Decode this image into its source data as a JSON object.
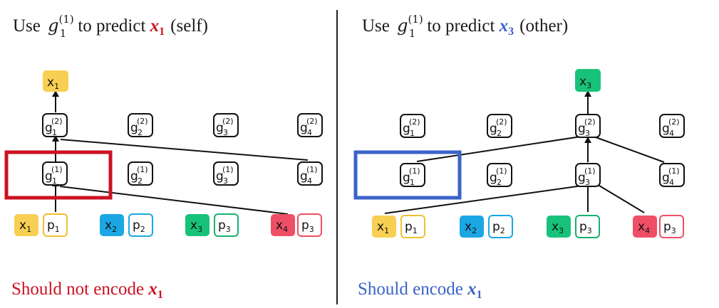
{
  "colors": {
    "x_yellow": "#f7cf52",
    "x_blue": "#1aa7e4",
    "x_green": "#19c27a",
    "x_red": "#ee4f66",
    "p_yellow_border": "#f0c030",
    "p_blue_border": "#1aa7e4",
    "p_green_border": "#19b070",
    "p_red_border": "#ee4f66",
    "node_border": "#111111",
    "highlight_red": "#cc1122",
    "highlight_blue": "#3a63c8",
    "divider": "#222222",
    "edge": "#111111"
  },
  "left_panel": {
    "title": {
      "prefix": "Use",
      "g_base": "g",
      "g_sub": "1",
      "g_sup": "(1)",
      "middle": "to predict",
      "target_base": "x",
      "target_sub": "1",
      "suffix": "(self)"
    },
    "caption": {
      "text": "Should not encode",
      "var_base": "x",
      "var_sub": "1"
    }
  },
  "right_panel": {
    "title": {
      "prefix": "Use",
      "g_base": "g",
      "g_sub": "1",
      "g_sup": "(1)",
      "middle": "to predict",
      "target_base": "x",
      "target_sub": "3",
      "suffix": "(other)"
    },
    "caption": {
      "text": "Should encode",
      "var_base": "x",
      "var_sub": "1"
    }
  },
  "nodes": {
    "x_labels": [
      {
        "base": "x",
        "sub": "1"
      },
      {
        "base": "x",
        "sub": "2"
      },
      {
        "base": "x",
        "sub": "3"
      },
      {
        "base": "x",
        "sub": "4"
      }
    ],
    "p_labels": [
      {
        "base": "p",
        "sub": "1"
      },
      {
        "base": "p",
        "sub": "2"
      },
      {
        "base": "p",
        "sub": "3"
      },
      {
        "base": "p",
        "sub": "3"
      }
    ],
    "g_layer1": [
      {
        "base": "g",
        "sub": "1",
        "sup": "(1)"
      },
      {
        "base": "g",
        "sub": "2",
        "sup": "(1)"
      },
      {
        "base": "g",
        "sub": "3",
        "sup": "(1)"
      },
      {
        "base": "g",
        "sub": "4",
        "sup": "(1)"
      }
    ],
    "g_layer2": [
      {
        "base": "g",
        "sub": "1",
        "sup": "(2)"
      },
      {
        "base": "g",
        "sub": "2",
        "sup": "(2)"
      },
      {
        "base": "g",
        "sub": "3",
        "sup": "(2)"
      },
      {
        "base": "g",
        "sub": "4",
        "sup": "(2)"
      }
    ],
    "left_output": {
      "base": "x",
      "sub": "1"
    },
    "right_output": {
      "base": "x",
      "sub": "3"
    }
  }
}
